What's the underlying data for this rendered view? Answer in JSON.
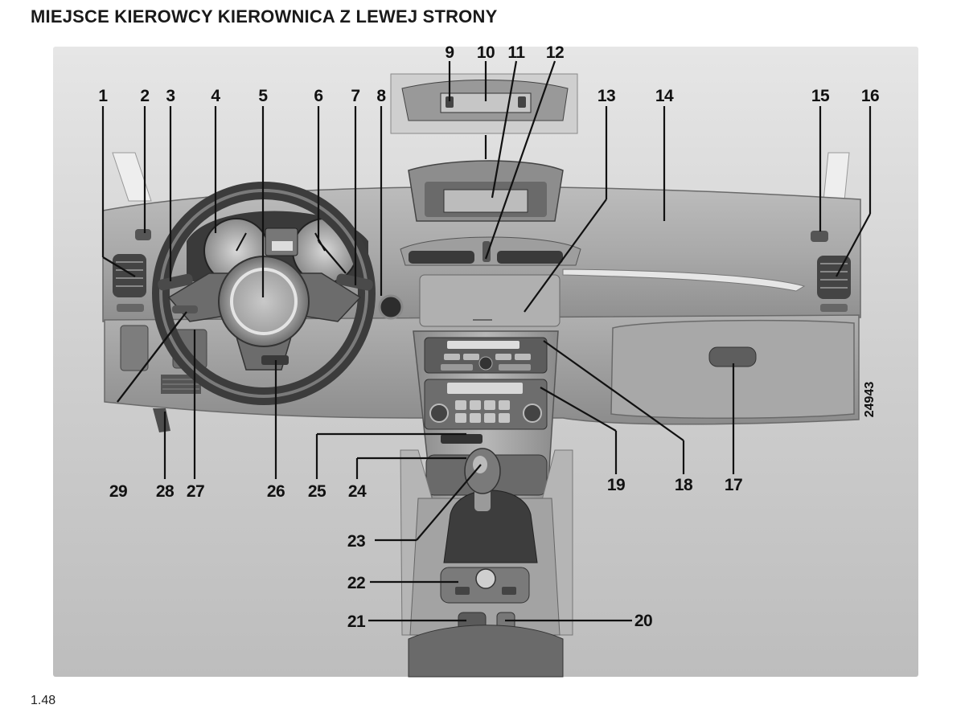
{
  "page": {
    "title": "MIEJSCE KIEROWCY KIEROWNICA Z LEWEJ STRONY",
    "page_number": "1.48",
    "figure_ref": "24943"
  },
  "callouts": {
    "c1": "1",
    "c2": "2",
    "c3": "3",
    "c4": "4",
    "c5": "5",
    "c6": "6",
    "c7": "7",
    "c8": "8",
    "c9": "9",
    "c10": "10",
    "c11": "11",
    "c12": "12",
    "c13": "13",
    "c14": "14",
    "c15": "15",
    "c16": "16",
    "c17": "17",
    "c18": "18",
    "c19": "19",
    "c20": "20",
    "c21": "21",
    "c22": "22",
    "c23": "23",
    "c24": "24",
    "c25": "25",
    "c26": "26",
    "c27": "27",
    "c28": "28",
    "c29": "29"
  },
  "colors": {
    "background": "#ffffff",
    "dash_light": "#c8c8c8",
    "dash_mid": "#9a9a9a",
    "dash_dark": "#555555",
    "text": "#111111"
  }
}
